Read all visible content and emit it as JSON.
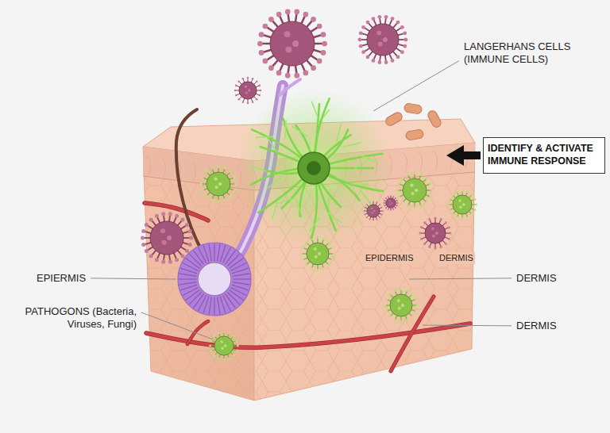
{
  "diagram": {
    "nodes": [
      {
        "text": [
          "IDENTIFY & ACTIVATE IMMUNE RESPONSE"
        ]
      }
    ],
    "labels": [
      "LANGERHANS CELLS (IMMUNE CELLS)",
      "EPIDERMIS",
      "DERMIS",
      "EPIERMIS",
      "DERMIS",
      "PATHOGONS (Bacteria, Viruses, Fungi)",
      "DERMIS"
    ]
  }
}
